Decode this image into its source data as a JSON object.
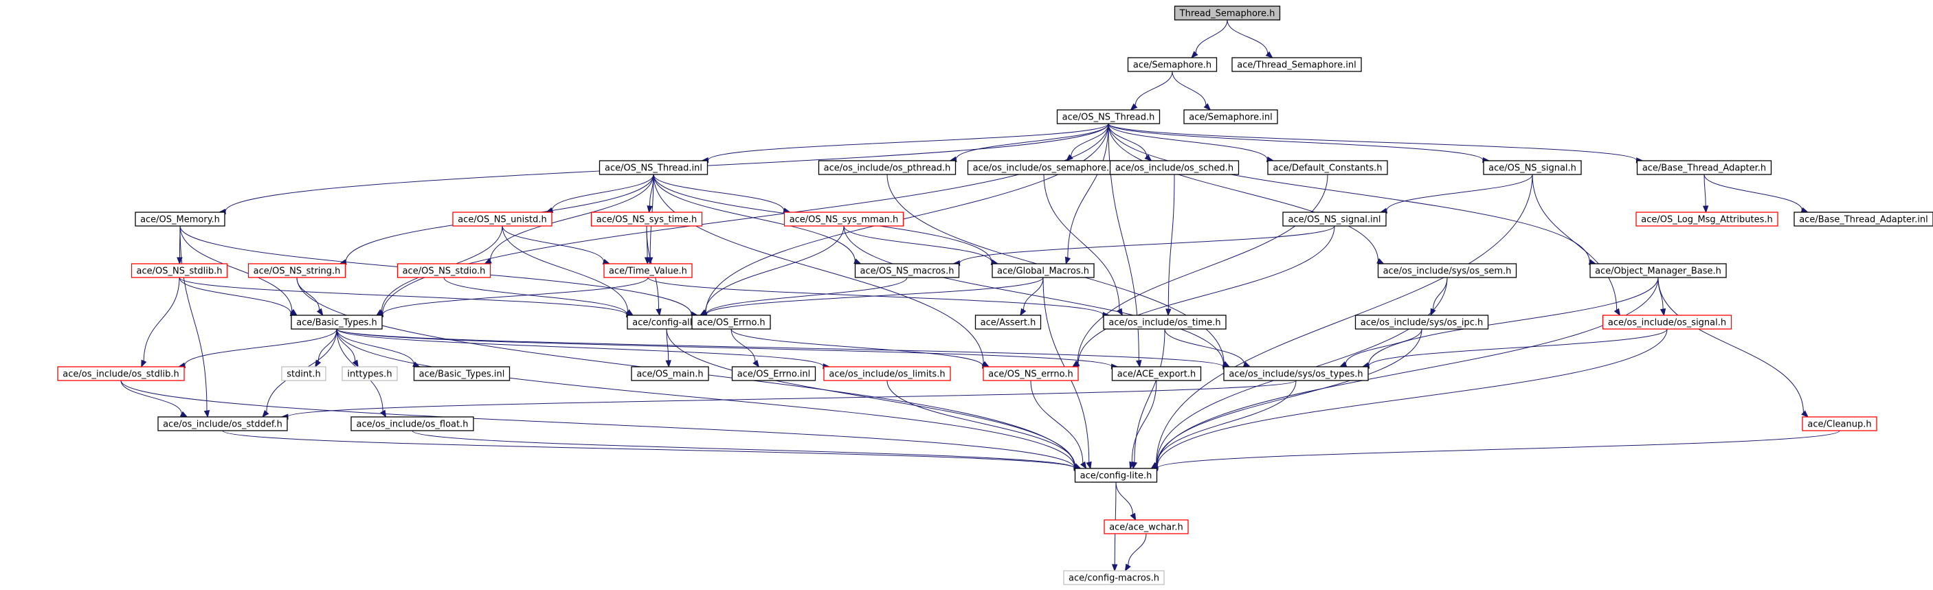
{
  "colors": {
    "edge": "#191970",
    "normal_border": "#000000",
    "incomplete_border": "#ff0000",
    "undocumented_border": "#bfbfbf",
    "root_fill": "#bfbfbf",
    "node_fill": "#ffffff"
  },
  "graph": {
    "root": "Thread_Semaphore.h",
    "nodes": [
      {
        "id": "thread_sem_h",
        "label": "Thread_Semaphore.h",
        "style": "root"
      },
      {
        "id": "semaphore_h",
        "label": "ace/Semaphore.h",
        "style": "normal"
      },
      {
        "id": "thread_sem_inl",
        "label": "ace/Thread_Semaphore.inl",
        "style": "normal"
      },
      {
        "id": "os_ns_thread_h",
        "label": "ace/OS_NS_Thread.h",
        "style": "normal"
      },
      {
        "id": "semaphore_inl",
        "label": "ace/Semaphore.inl",
        "style": "normal"
      },
      {
        "id": "os_ns_thread_inl",
        "label": "ace/OS_NS_Thread.inl",
        "style": "normal"
      },
      {
        "id": "os_pthread_h",
        "label": "ace/os_include/os_pthread.h",
        "style": "normal"
      },
      {
        "id": "os_semaphore_h",
        "label": "ace/os_include/os_semaphore.h",
        "style": "normal"
      },
      {
        "id": "os_sched_h",
        "label": "ace/os_include/os_sched.h",
        "style": "normal"
      },
      {
        "id": "default_constants_h",
        "label": "ace/Default_Constants.h",
        "style": "normal"
      },
      {
        "id": "os_ns_signal_h",
        "label": "ace/OS_NS_signal.h",
        "style": "normal"
      },
      {
        "id": "base_thread_adapter_h",
        "label": "ace/Base_Thread_Adapter.h",
        "style": "normal"
      },
      {
        "id": "os_memory_h",
        "label": "ace/OS_Memory.h",
        "style": "normal"
      },
      {
        "id": "os_ns_unistd_h",
        "label": "ace/OS_NS_unistd.h",
        "style": "incomplete"
      },
      {
        "id": "os_ns_sys_time_h",
        "label": "ace/OS_NS_sys_time.h",
        "style": "incomplete"
      },
      {
        "id": "os_ns_sys_mman_h",
        "label": "ace/OS_NS_sys_mman.h",
        "style": "incomplete"
      },
      {
        "id": "os_ns_signal_inl",
        "label": "ace/OS_NS_signal.inl",
        "style": "normal"
      },
      {
        "id": "os_log_msg_attr_h",
        "label": "ace/OS_Log_Msg_Attributes.h",
        "style": "incomplete"
      },
      {
        "id": "base_thread_adapter_inl",
        "label": "ace/Base_Thread_Adapter.inl",
        "style": "normal"
      },
      {
        "id": "os_ns_stdlib_h",
        "label": "ace/OS_NS_stdlib.h",
        "style": "incomplete"
      },
      {
        "id": "os_ns_string_h",
        "label": "ace/OS_NS_string.h",
        "style": "incomplete"
      },
      {
        "id": "os_ns_stdio_h",
        "label": "ace/OS_NS_stdio.h",
        "style": "incomplete"
      },
      {
        "id": "time_value_h",
        "label": "ace/Time_Value.h",
        "style": "incomplete"
      },
      {
        "id": "os_ns_macros_h",
        "label": "ace/OS_NS_macros.h",
        "style": "normal"
      },
      {
        "id": "global_macros_h",
        "label": "ace/Global_Macros.h",
        "style": "normal"
      },
      {
        "id": "os_sys_sem_h",
        "label": "ace/os_include/sys/os_sem.h",
        "style": "normal"
      },
      {
        "id": "object_manager_base_h",
        "label": "ace/Object_Manager_Base.h",
        "style": "normal"
      },
      {
        "id": "basic_types_h",
        "label": "ace/Basic_Types.h",
        "style": "normal"
      },
      {
        "id": "config_all_h",
        "label": "ace/config-all.h",
        "style": "normal"
      },
      {
        "id": "os_errno_h",
        "label": "ace/OS_Errno.h",
        "style": "normal"
      },
      {
        "id": "assert_h",
        "label": "ace/Assert.h",
        "style": "normal"
      },
      {
        "id": "os_time_h",
        "label": "ace/os_include/os_time.h",
        "style": "normal"
      },
      {
        "id": "os_sys_ipc_h",
        "label": "ace/os_include/sys/os_ipc.h",
        "style": "normal"
      },
      {
        "id": "os_signal_h",
        "label": "ace/os_include/os_signal.h",
        "style": "incomplete"
      },
      {
        "id": "os_stdlib_h",
        "label": "ace/os_include/os_stdlib.h",
        "style": "incomplete"
      },
      {
        "id": "stdint_h",
        "label": "stdint.h",
        "style": "undocumented"
      },
      {
        "id": "inttypes_h",
        "label": "inttypes.h",
        "style": "undocumented"
      },
      {
        "id": "basic_types_inl",
        "label": "ace/Basic_Types.inl",
        "style": "normal"
      },
      {
        "id": "os_main_h",
        "label": "ace/OS_main.h",
        "style": "normal"
      },
      {
        "id": "os_errno_inl",
        "label": "ace/OS_Errno.inl",
        "style": "normal"
      },
      {
        "id": "os_limits_h",
        "label": "ace/os_include/os_limits.h",
        "style": "incomplete"
      },
      {
        "id": "os_ns_errno_h",
        "label": "ace/OS_NS_errno.h",
        "style": "incomplete"
      },
      {
        "id": "ace_export_h",
        "label": "ace/ACE_export.h",
        "style": "normal"
      },
      {
        "id": "os_sys_types_h",
        "label": "ace/os_include/sys/os_types.h",
        "style": "normal"
      },
      {
        "id": "os_stddef_h",
        "label": "ace/os_include/os_stddef.h",
        "style": "normal"
      },
      {
        "id": "os_float_h",
        "label": "ace/os_include/os_float.h",
        "style": "normal"
      },
      {
        "id": "cleanup_h",
        "label": "ace/Cleanup.h",
        "style": "incomplete"
      },
      {
        "id": "config_lite_h",
        "label": "ace/config-lite.h",
        "style": "normal"
      },
      {
        "id": "ace_wchar_h",
        "label": "ace/ace_wchar.h",
        "style": "incomplete"
      },
      {
        "id": "config_macros_h",
        "label": "ace/config-macros.h",
        "style": "undocumented"
      }
    ],
    "edges": [
      [
        "thread_sem_h",
        "semaphore_h"
      ],
      [
        "thread_sem_h",
        "thread_sem_inl"
      ],
      [
        "semaphore_h",
        "os_ns_thread_h"
      ],
      [
        "semaphore_h",
        "semaphore_inl"
      ],
      [
        "os_ns_thread_h",
        "os_ns_thread_inl"
      ],
      [
        "os_ns_thread_h",
        "os_pthread_h"
      ],
      [
        "os_ns_thread_h",
        "os_semaphore_h"
      ],
      [
        "os_ns_thread_h",
        "os_sched_h"
      ],
      [
        "os_ns_thread_h",
        "default_constants_h"
      ],
      [
        "os_ns_thread_h",
        "os_ns_signal_h"
      ],
      [
        "os_ns_thread_h",
        "base_thread_adapter_h"
      ],
      [
        "os_ns_thread_h",
        "os_memory_h"
      ],
      [
        "os_ns_thread_h",
        "basic_types_h"
      ],
      [
        "os_ns_thread_h",
        "config_all_h"
      ],
      [
        "os_ns_thread_h",
        "global_macros_h"
      ],
      [
        "os_ns_thread_h",
        "os_sys_sem_h"
      ],
      [
        "os_ns_thread_h",
        "object_manager_base_h"
      ],
      [
        "os_ns_thread_h",
        "ace_export_h"
      ],
      [
        "os_ns_thread_inl",
        "os_ns_unistd_h"
      ],
      [
        "os_ns_thread_inl",
        "os_ns_sys_time_h"
      ],
      [
        "os_ns_thread_inl",
        "os_ns_sys_mman_h"
      ],
      [
        "os_ns_thread_inl",
        "os_ns_string_h"
      ],
      [
        "os_ns_thread_inl",
        "os_ns_stdio_h"
      ],
      [
        "os_ns_thread_inl",
        "time_value_h"
      ],
      [
        "os_ns_thread_inl",
        "os_ns_macros_h"
      ],
      [
        "os_ns_thread_inl",
        "os_ns_errno_h"
      ],
      [
        "os_ns_thread_inl",
        "global_macros_h"
      ],
      [
        "os_memory_h",
        "os_ns_stdlib_h"
      ],
      [
        "os_memory_h",
        "basic_types_h"
      ],
      [
        "os_memory_h",
        "os_errno_h"
      ],
      [
        "os_memory_h",
        "os_stddef_h"
      ],
      [
        "os_ns_unistd_h",
        "time_value_h"
      ],
      [
        "os_ns_unistd_h",
        "basic_types_h"
      ],
      [
        "os_ns_unistd_h",
        "config_all_h"
      ],
      [
        "os_ns_sys_time_h",
        "time_value_h"
      ],
      [
        "os_ns_sys_time_h",
        "config_all_h"
      ],
      [
        "os_ns_sys_mman_h",
        "config_all_h"
      ],
      [
        "os_ns_sys_mman_h",
        "global_macros_h"
      ],
      [
        "os_ns_sys_mman_h",
        "os_sys_types_h"
      ],
      [
        "os_ns_signal_h",
        "os_ns_signal_inl"
      ],
      [
        "os_ns_signal_h",
        "os_signal_h"
      ],
      [
        "os_ns_signal_h",
        "config_lite_h"
      ],
      [
        "os_ns_signal_inl",
        "os_ns_macros_h"
      ],
      [
        "os_ns_signal_inl",
        "os_ns_errno_h"
      ],
      [
        "base_thread_adapter_h",
        "os_log_msg_attr_h"
      ],
      [
        "base_thread_adapter_h",
        "base_thread_adapter_inl"
      ],
      [
        "os_ns_stdlib_h",
        "basic_types_h"
      ],
      [
        "os_ns_stdlib_h",
        "os_stdlib_h"
      ],
      [
        "os_ns_stdlib_h",
        "config_all_h"
      ],
      [
        "os_ns_string_h",
        "basic_types_h"
      ],
      [
        "os_ns_string_h",
        "config_lite_h"
      ],
      [
        "os_ns_stdio_h",
        "config_all_h"
      ],
      [
        "time_value_h",
        "basic_types_h"
      ],
      [
        "time_value_h",
        "os_time_h"
      ],
      [
        "os_ns_macros_h",
        "config_all_h"
      ],
      [
        "global_macros_h",
        "config_all_h"
      ],
      [
        "global_macros_h",
        "assert_h"
      ],
      [
        "global_macros_h",
        "config_lite_h"
      ],
      [
        "os_sys_sem_h",
        "os_sys_ipc_h"
      ],
      [
        "os_sys_sem_h",
        "config_lite_h"
      ],
      [
        "object_manager_base_h",
        "os_signal_h"
      ],
      [
        "object_manager_base_h",
        "cleanup_h"
      ],
      [
        "object_manager_base_h",
        "os_sys_types_h"
      ],
      [
        "object_manager_base_h",
        "config_lite_h"
      ],
      [
        "basic_types_h",
        "stdint_h"
      ],
      [
        "basic_types_h",
        "inttypes_h"
      ],
      [
        "basic_types_h",
        "basic_types_inl"
      ],
      [
        "basic_types_h",
        "os_stdlib_h"
      ],
      [
        "basic_types_h",
        "os_stddef_h"
      ],
      [
        "basic_types_h",
        "os_float_h"
      ],
      [
        "basic_types_h",
        "os_limits_h"
      ],
      [
        "basic_types_h",
        "ace_export_h"
      ],
      [
        "basic_types_h",
        "os_sys_types_h"
      ],
      [
        "basic_types_h",
        "config_lite_h"
      ],
      [
        "config_all_h",
        "os_main_h"
      ],
      [
        "config_all_h",
        "config_lite_h"
      ],
      [
        "os_errno_h",
        "os_errno_inl"
      ],
      [
        "os_errno_h",
        "os_ns_errno_h"
      ],
      [
        "os_time_h",
        "os_sys_types_h"
      ],
      [
        "os_time_h",
        "config_lite_h"
      ],
      [
        "os_sys_ipc_h",
        "os_sys_types_h"
      ],
      [
        "os_sys_ipc_h",
        "config_lite_h"
      ],
      [
        "os_signal_h",
        "os_sys_types_h"
      ],
      [
        "os_signal_h",
        "config_lite_h"
      ],
      [
        "os_stdlib_h",
        "os_stddef_h"
      ],
      [
        "os_stdlib_h",
        "config_lite_h"
      ],
      [
        "os_limits_h",
        "config_lite_h"
      ],
      [
        "os_ns_errno_h",
        "config_lite_h"
      ],
      [
        "ace_export_h",
        "config_lite_h"
      ],
      [
        "os_sys_types_h",
        "os_stddef_h"
      ],
      [
        "os_sys_types_h",
        "config_lite_h"
      ],
      [
        "os_stddef_h",
        "config_lite_h"
      ],
      [
        "os_float_h",
        "config_lite_h"
      ],
      [
        "cleanup_h",
        "config_lite_h"
      ],
      [
        "config_lite_h",
        "ace_wchar_h"
      ],
      [
        "config_lite_h",
        "config_macros_h"
      ],
      [
        "ace_wchar_h",
        "config_macros_h"
      ],
      [
        "os_sched_h",
        "os_time_h"
      ],
      [
        "os_semaphore_h",
        "os_time_h"
      ],
      [
        "os_pthread_h",
        "os_sys_types_h"
      ],
      [
        "default_constants_h",
        "os_ns_errno_h"
      ]
    ]
  }
}
